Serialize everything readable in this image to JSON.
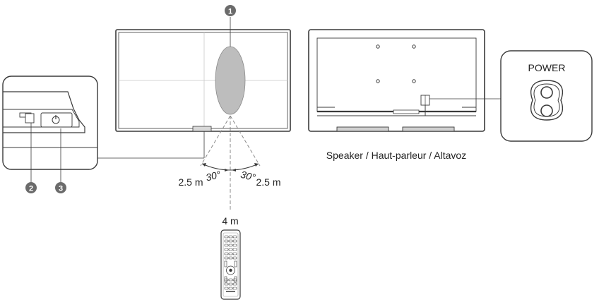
{
  "callouts": {
    "one": "1",
    "two": "2",
    "three": "3"
  },
  "labels": {
    "angle_left": "30°",
    "angle_right": "30°",
    "distance_left": "2.5 m",
    "distance_right": "2.5 m",
    "distance_center": "4 m",
    "speaker": "Speaker / Haut-parleur / Altavoz",
    "power": "POWER"
  },
  "colors": {
    "line": "#3a3a3a",
    "sensor_area": "#bdbdbd",
    "callout_fill": "#6b6b6b",
    "dash": "#8a8a8a"
  }
}
